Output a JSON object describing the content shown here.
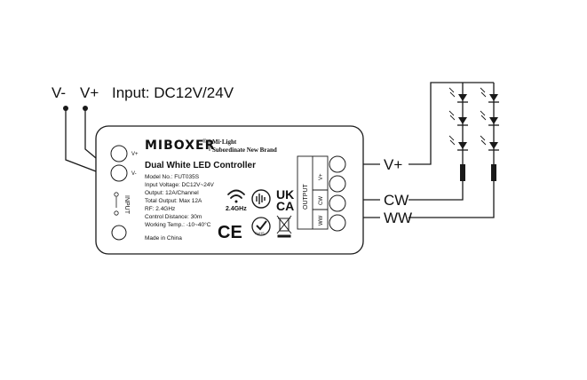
{
  "wires": {
    "v_minus": "V-",
    "v_plus": "V+",
    "input_text": "Input: DC12V/24V",
    "out_vplus": "V+",
    "out_cw": "CW",
    "out_ww": "WW"
  },
  "device": {
    "brand": "MIBOXER",
    "brand_mark": "®",
    "subbrand_line1": "Mi·Light",
    "subbrand_line2": "Subordinate New Brand",
    "model_title": "Dual White LED Controller",
    "specs": [
      "Model No.: FUT035S",
      "Input Voltage: DC12V~24V",
      "Output: 12A/Channel",
      "Total Output: Max 12A",
      "RF: 2.4GHz",
      "Control Distance: 30m",
      "Working Temp.: -10~40°C"
    ],
    "made_in": "Made in China",
    "rf_label": "2.4GHz",
    "ukca_line1": "UK",
    "ukca_line2": "CA",
    "ce_mark": "CE",
    "rohs_label": "RoHS",
    "input_label": "INPUT",
    "input_terminal_vplus": "V+",
    "input_terminal_vminus": "V-",
    "output_label": "OUTPUT",
    "output_terminal_vplus": "V+",
    "output_terminal_cw": "CW",
    "output_terminal_ww": "WW"
  },
  "icons": {
    "wifi": "wifi-icon",
    "voice": "voice-control-icon",
    "rohs": "rohs-check-icon",
    "weee": "weee-bin-icon",
    "led": "led-diode-icon"
  },
  "colors": {
    "stroke": "#1a1a1a",
    "device_fill": "#ffffff"
  }
}
